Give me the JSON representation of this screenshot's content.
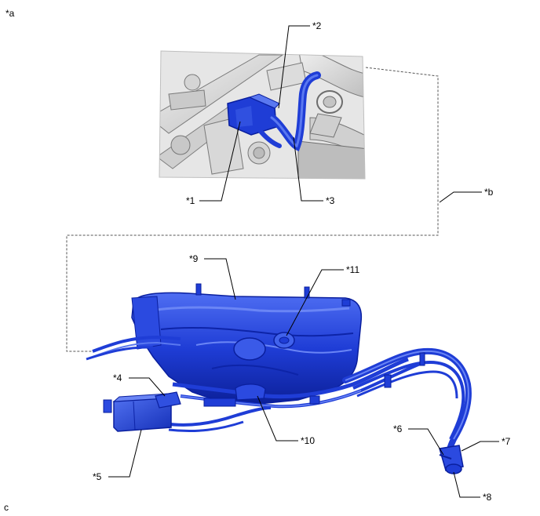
{
  "corner_labels": {
    "top_left": "*a",
    "bottom_left": "c"
  },
  "callouts": {
    "c1": "*1",
    "c2": "*2",
    "c3": "*3",
    "cb": "*b",
    "c4": "*4",
    "c5": "*5",
    "c6": "*6",
    "c7": "*7",
    "c8": "*8",
    "c9": "*9",
    "c10": "*10",
    "c11": "*11"
  },
  "colors": {
    "highlight": "#1f3dd6",
    "highlight_dark": "#0a1f9e",
    "highlight_light": "#5a78f0",
    "engine_gray": "#d9d9d9",
    "engine_dark": "#8a8a8a",
    "leader": "#000000",
    "dashed": "#555555"
  }
}
